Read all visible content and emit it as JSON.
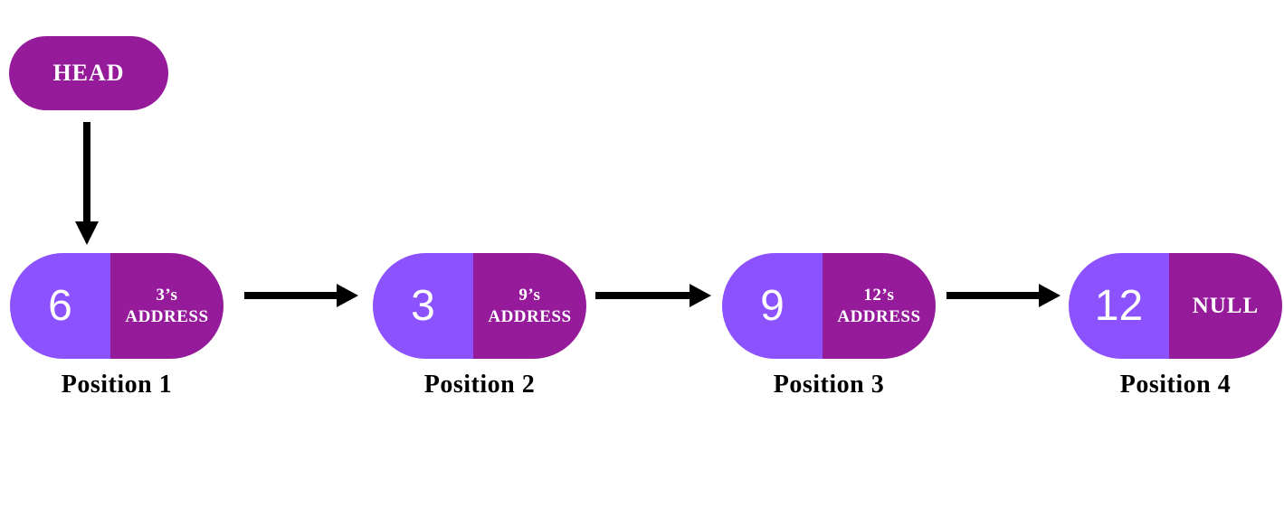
{
  "head": {
    "label": "HEAD"
  },
  "nodes": [
    {
      "value": "6",
      "pointer_line1": "3’s",
      "pointer_line2": "ADDRESS",
      "position_label": "Position 1"
    },
    {
      "value": "3",
      "pointer_line1": "9’s",
      "pointer_line2": "ADDRESS",
      "position_label": "Position 2"
    },
    {
      "value": "9",
      "pointer_line1": "12’s",
      "pointer_line2": "ADDRESS",
      "position_label": "Position 3"
    },
    {
      "value": "12",
      "pointer_line1": "NULL",
      "pointer_line2": "",
      "position_label": "Position 4"
    }
  ],
  "colors": {
    "value_bg": "#8C52FF",
    "pointer_bg": "#951B9B",
    "node_text": "#FFFFFF",
    "arrow": "#000000",
    "label_text": "#000000"
  }
}
